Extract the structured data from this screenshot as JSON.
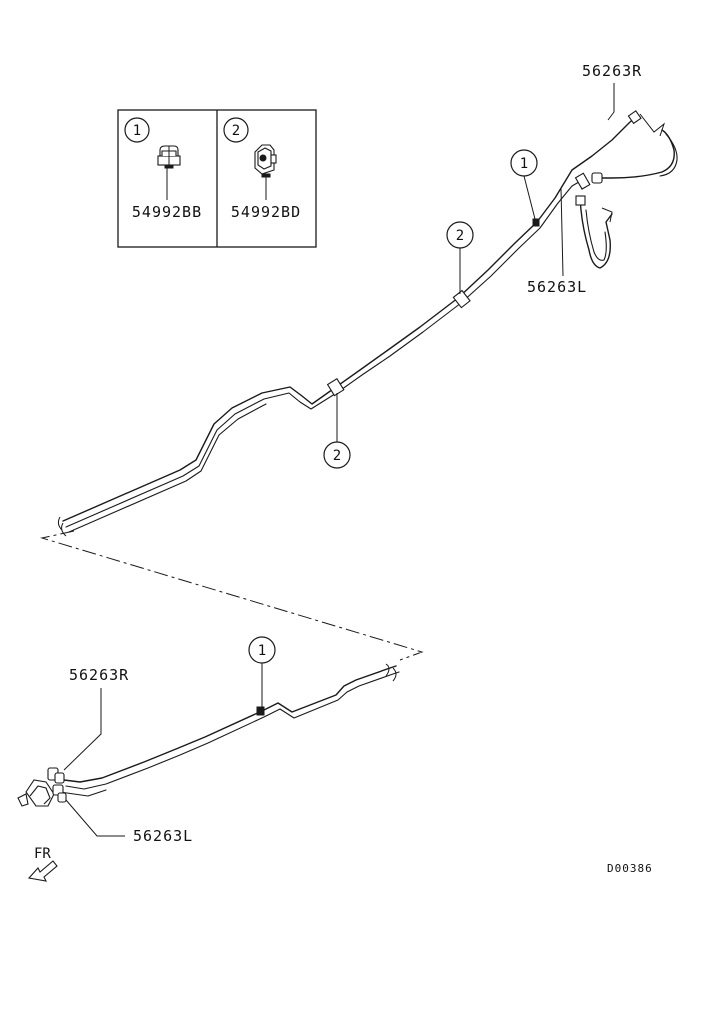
{
  "legend": {
    "cells": [
      {
        "callout": "1",
        "part": "54992BB"
      },
      {
        "callout": "2",
        "part": "54992BD"
      }
    ]
  },
  "parts": {
    "rear_right": "56263R",
    "rear_left": "56263L",
    "front_right": "56263R",
    "front_left": "56263L"
  },
  "callouts": {
    "rear_clip_1": "1",
    "upper_clip_2": "2",
    "lower_clip_2": "2",
    "front_clip_1": "1"
  },
  "direction": {
    "label": "FR"
  },
  "diagram_code": "D00386"
}
